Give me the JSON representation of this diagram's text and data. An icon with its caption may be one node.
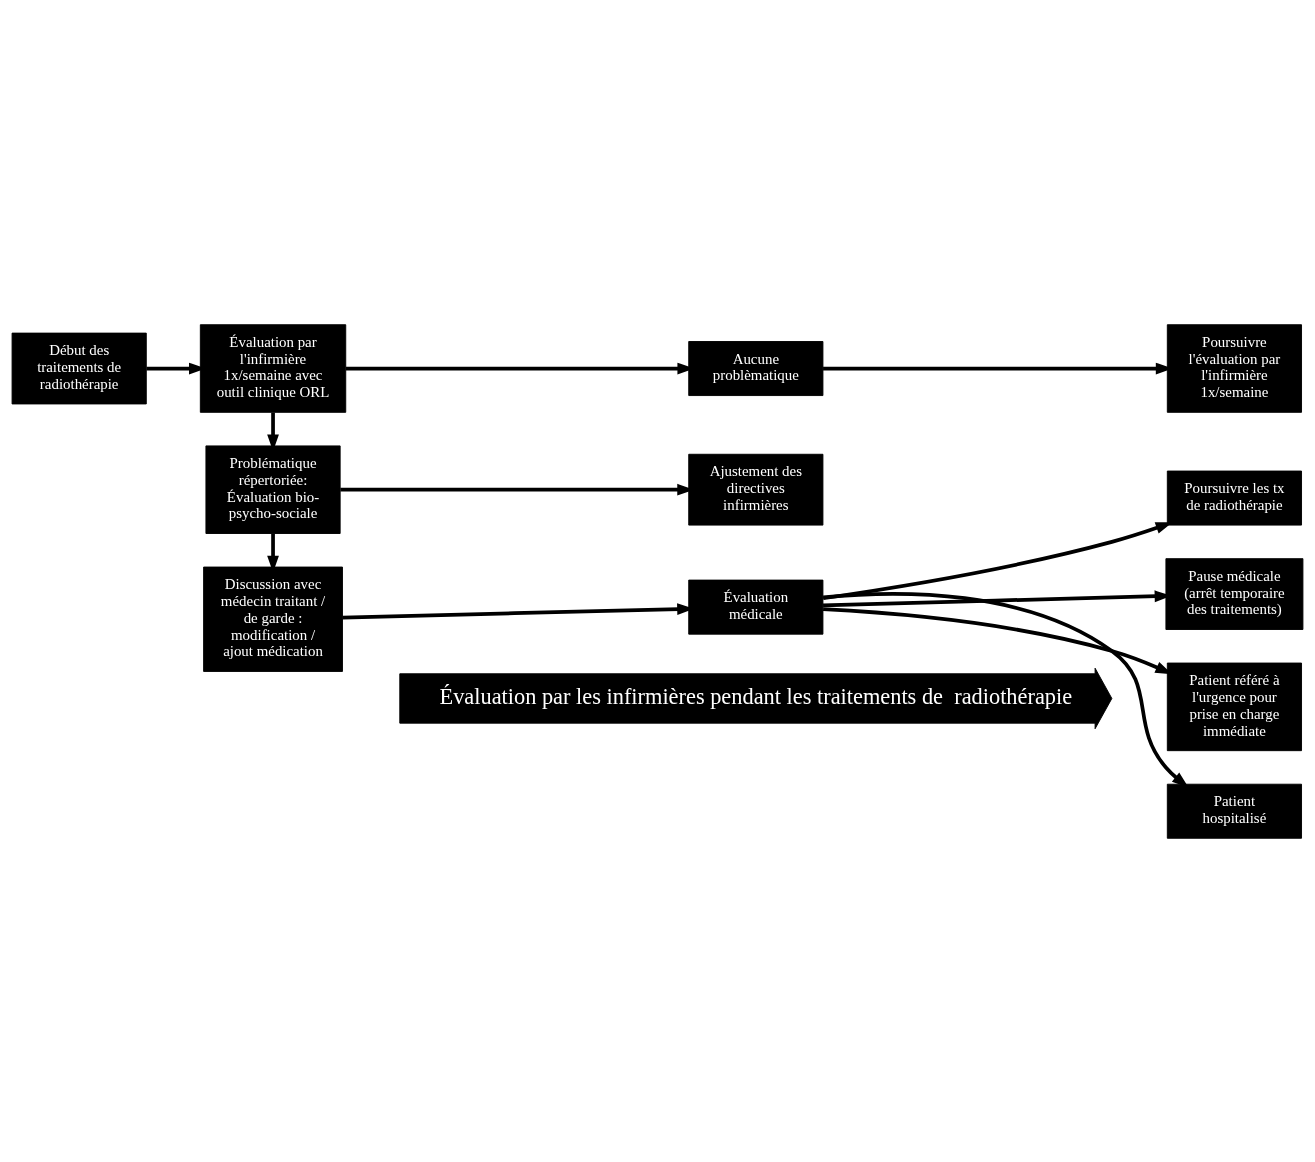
{
  "diagram": {
    "nodes": [
      {
        "text": [
          "Début des traitements de radiothérapie"
        ]
      },
      {
        "text": [
          "Évaluation par l'infirmière 1x/semaine avec outil clinique ORL"
        ]
      },
      {
        "text": [
          "Aucune problèmatique"
        ]
      },
      {
        "text": [
          "Poursuivre l'évaluation par l'infirmière 1x/semaine"
        ]
      },
      {
        "text": [
          "Problématique répertoriée: Évaluation bio-psycho-sociale"
        ]
      },
      {
        "text": [
          "Ajustement des directives infirmières"
        ]
      },
      {
        "text": [
          "Discussion avec médecin traitant / de garde : modification / ajout médication"
        ]
      },
      {
        "text": [
          "Évaluation médicale"
        ]
      },
      {
        "text": [
          "Poursuivre les tx de radiothérapie"
        ]
      },
      {
        "text": [
          "Pause médicale (arrêt temporaire des traitements)"
        ]
      },
      {
        "text": [
          "Patient référé à l'urgence pour prise en charge immédiate"
        ]
      },
      {
        "text": [
          "Patient hospitalisé"
        ]
      },
      {
        "text": [
          "Évaluation par les infirmières pendant les traitements de  radiothérapie"
        ]
      }
    ],
    "edges": [
      {
        "from": 0,
        "to": 1,
        "arrow": "to"
      },
      {
        "from": 1,
        "to": 2,
        "arrow": "to"
      },
      {
        "from": 2,
        "to": 3,
        "arrow": "to"
      },
      {
        "from": 1,
        "to": 4,
        "arrow": "to"
      },
      {
        "from": 4,
        "to": 5,
        "arrow": "to"
      },
      {
        "from": 4,
        "to": 6,
        "arrow": "to"
      },
      {
        "from": 6,
        "to": 7,
        "arrow": "to"
      },
      {
        "from": 7,
        "to": 8,
        "arrow": "to"
      },
      {
        "from": 7,
        "to": 9,
        "arrow": "to"
      },
      {
        "from": 7,
        "to": 10,
        "arrow": "to"
      },
      {
        "from": 7,
        "to": 11,
        "arrow": "to"
      }
    ]
  }
}
